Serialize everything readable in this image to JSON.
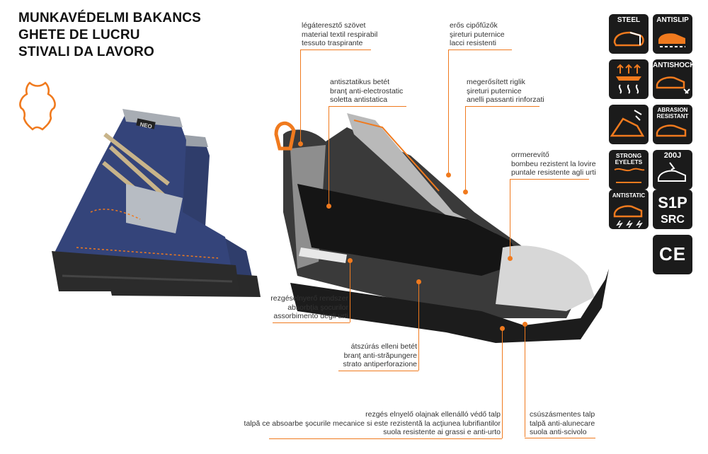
{
  "heading": {
    "line1": "MUNKAVÉDELMI BAKANCS",
    "line2": "GHETE DE LUCRU",
    "line3": "STIVALI DA LAVORO"
  },
  "callouts": {
    "fabric": [
      "légáteresztő szövet",
      "material textil respirabil",
      "tessuto traspirante"
    ],
    "laces": [
      "erős cipőfűzők",
      "şireturi puternice",
      "lacci resistenti"
    ],
    "insole": [
      "antisztatikus betét",
      "branţ anti-electrostatic",
      "soletta antistatica"
    ],
    "eyelets": [
      "megerősített riglik",
      "şireturi puternice",
      "anelli passanti rinforzati"
    ],
    "toecap": [
      "orrmerevítő",
      "bombeu rezistent la lovire",
      "puntale resistente agli urti"
    ],
    "shock": [
      "rezgéselnyerő rendszer",
      "absorbţia şocurilor",
      "assorbimento degli urti"
    ],
    "plate": [
      "átszúrás elleni betét",
      "branţ anti-străpungere",
      "strato antiperforazione"
    ],
    "outsole": [
      "rezgés elnyelő olajnak ellenálló védő talp",
      "talpă ce absoarbe şocurile mecanice si este rezistentă la acţiunea lubrifiantilor",
      "suola resistente ai grassi e anti-urto"
    ],
    "antislip": [
      "csúszásmentes talp",
      "talpă anti-alunecare",
      "suola anti-scivolo"
    ]
  },
  "badges": {
    "steel": "STEEL",
    "antislip": "ANTISLIP",
    "antishock": "ANTISHOCK",
    "abrasion": "ABRASION RESISTANT",
    "eyelets": "STRONG EYELETS",
    "j200": "200J",
    "antistatic": "ANTISTATIC",
    "s1p": "S1P",
    "src": "SRC",
    "ce": "CE"
  },
  "boot_logo": "NEO",
  "colors": {
    "accent": "#f07a1e",
    "badge_bg": "#1b1b1b",
    "suede": "#2c3a66"
  }
}
